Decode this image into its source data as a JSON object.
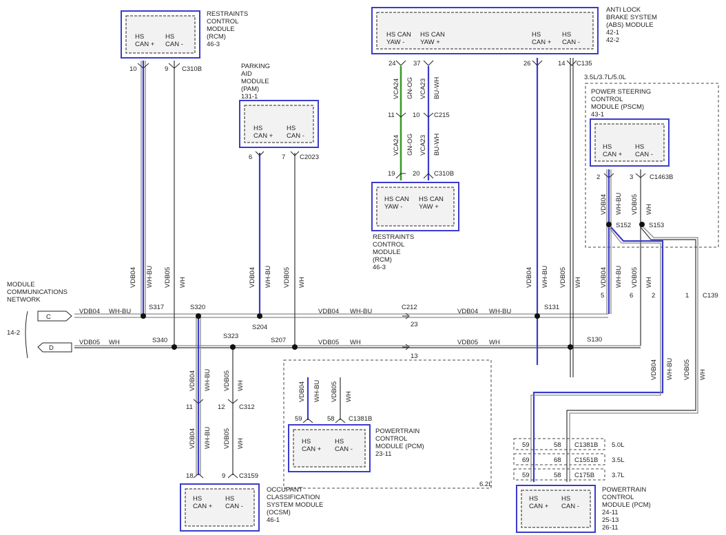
{
  "modules": {
    "rcm_top": {
      "name": [
        "RESTRAINTS",
        "CONTROL",
        "MODULE",
        "(RCM)",
        "46-3"
      ],
      "pins": [
        "HS",
        "CAN +",
        "HS",
        "CAN -"
      ],
      "connector": "C310B",
      "pin_nums": [
        "10",
        "9"
      ]
    },
    "pam": {
      "name": [
        "PARKING",
        "AID",
        "MODULE",
        "(PAM)",
        "131-1"
      ],
      "pins": [
        "HS",
        "CAN +",
        "HS",
        "CAN -"
      ],
      "connector": "C2023",
      "pin_nums": [
        "6",
        "7"
      ]
    },
    "abs": {
      "name": [
        "ANTI LOCK",
        "BRAKE SYSTEM",
        "(ABS) MODULE",
        "42-1",
        "42-2"
      ],
      "pins": [
        "HS CAN",
        "YAW -",
        "HS CAN",
        "YAW +",
        "HS",
        "CAN +",
        "HS",
        "CAN -"
      ],
      "connector": "C135",
      "pin_nums": [
        "24",
        "37",
        "26",
        "14"
      ]
    },
    "rcm_yaw": {
      "name": [
        "RESTRAINTS",
        "CONTROL",
        "MODULE",
        "(RCM)",
        "46-3"
      ],
      "pins": [
        "HS CAN",
        "YAW -",
        "HS CAN",
        "YAW +"
      ],
      "connector": "C310B",
      "pin_nums": [
        "19",
        "20"
      ]
    },
    "c215": {
      "connector": "C215",
      "pin_nums": [
        "11",
        "10"
      ]
    },
    "pscm": {
      "engines": "3.5L/3.7L/5.0L",
      "name": [
        "POWER STEERING",
        "CONTROL",
        "MODULE (PSCM)",
        "43-1"
      ],
      "pins": [
        "HS",
        "CAN +",
        "HS",
        "CAN -"
      ],
      "connector": "C1463B",
      "pin_nums": [
        "2",
        "3"
      ]
    },
    "pcm_62": {
      "name": [
        "POWERTRAIN",
        "CONTROL",
        "MODULE (PCM)",
        "23-11"
      ],
      "pins": [
        "HS",
        "CAN +",
        "HS",
        "CAN -"
      ],
      "connector": "C1381B",
      "pin_nums": [
        "59",
        "58"
      ],
      "engine": "6.2L"
    },
    "ocsm": {
      "name": [
        "OCCUPANT",
        "CLASSIFICATION",
        "SYSTEM MODULE",
        "(OCSM)",
        "46-1"
      ],
      "pins": [
        "HS",
        "CAN +",
        "HS",
        "CAN -"
      ],
      "connector": "C3159",
      "pin_nums": [
        "18",
        "9"
      ]
    },
    "pcm_main": {
      "name": [
        "POWERTRAIN",
        "CONTROL",
        "MODULE (PCM)",
        "24-11",
        "25-13",
        "26-11"
      ],
      "pins": [
        "HS",
        "CAN +",
        "HS",
        "CAN -"
      ]
    }
  },
  "pcm_connectors": [
    {
      "pins": [
        "59",
        "58"
      ],
      "connector": "C1381B",
      "engine": "5.0L"
    },
    {
      "pins": [
        "69",
        "68"
      ],
      "connector": "C1551B",
      "engine": "3.5L"
    },
    {
      "pins": [
        "59",
        "58"
      ],
      "connector": "C175B",
      "engine": "3.7L"
    }
  ],
  "network": {
    "title": [
      "MODULE",
      "COMMUNICATIONS",
      "NETWORK"
    ],
    "ref": "14-2",
    "connector_c": "C",
    "connector_d": "D"
  },
  "wires": {
    "vdb04": "VDB04",
    "vdb05": "VDB05",
    "wh_bu": "WH-BU",
    "wh": "WH",
    "vca24": "VCA24",
    "vca23": "VCA23",
    "gn_og": "GN-OG",
    "bu_wh": "BU-WH"
  },
  "splices": {
    "s317": "S317",
    "s320": "S320",
    "s204": "S204",
    "s340": "S340",
    "s323": "S323",
    "s207": "S207",
    "s131": "S131",
    "s130": "S130",
    "s152": "S152",
    "s153": "S153"
  },
  "connectors": {
    "c212": {
      "name": "C212",
      "pin23": "23",
      "pin13": "13"
    },
    "c312": {
      "name": "C312",
      "pins": [
        "11",
        "12"
      ]
    },
    "c139": {
      "name": "C139",
      "pins": [
        "5",
        "6",
        "2",
        "1"
      ]
    }
  },
  "colors": {
    "module_border": "#3a3acc",
    "can_high": "#3a3acc",
    "yaw_green": "#3a9a2a",
    "wire_gray": "#8a8a8a"
  }
}
